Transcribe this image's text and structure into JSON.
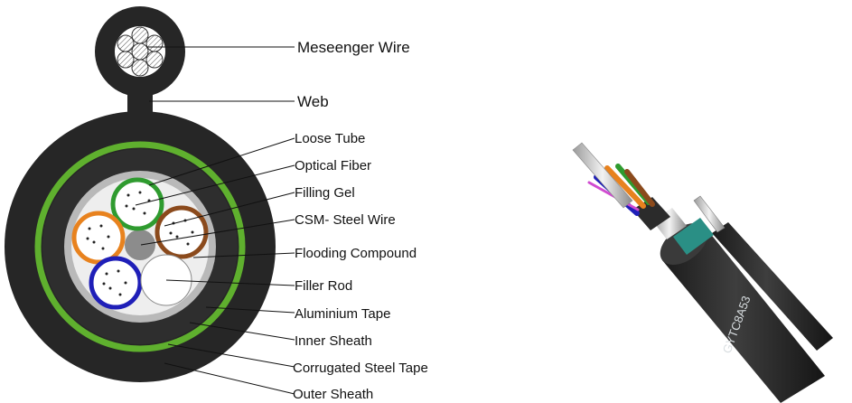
{
  "labels": {
    "messenger_wire": "Meseenger Wire",
    "web": "Web",
    "loose_tube": "Loose Tube",
    "optical_fiber": "Optical Fiber",
    "filling_gel": "Filling Gel",
    "csm_steel_wire": "CSM- Steel Wire",
    "flooding_compound": "Flooding Compound",
    "filler_rod": "Filler Rod",
    "aluminium_tape": "Aluminium Tape",
    "inner_sheath": "Inner Sheath",
    "corrugated_steel_tape": "Corrugated Steel Tape",
    "outer_sheath": "Outer Sheath"
  },
  "cable_print": "GYTC8A53",
  "colors": {
    "outer_sheath": "#262626",
    "corrugated_steel_tape": "#5fb02e",
    "inner_sheath": "#2e2e2e",
    "aluminium_tape": "#b9b9b9",
    "filling_gel": "#eeeeee",
    "csm_steel_wire": "#8c8c8c",
    "tube_green": "#2f9b2f",
    "tube_orange": "#e8821e",
    "tube_brown": "#8b4a1c",
    "tube_blue": "#1f1fb8",
    "filler_rod": "#ffffff",
    "armor_teal": "#2a8f85"
  }
}
